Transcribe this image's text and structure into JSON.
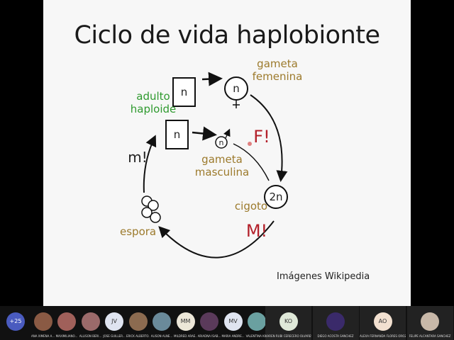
{
  "slide": {
    "title": "Ciclo de vida haplobionte",
    "labels": {
      "adulto": "adulto\nhaploide",
      "gameta_fem": "gameta\nfemenina",
      "gameta_masc": "gameta\nmasculina",
      "cigoto": "cigoto",
      "espora": "espora",
      "F": "F!",
      "M": "M!",
      "m": "m!",
      "n": "n",
      "two_n": "2n"
    },
    "credit": "Imágenes Wikipedia"
  },
  "participants": {
    "more_count": "+25",
    "small": [
      {
        "initials": "",
        "name": "ANA XIMENA A..."
      },
      {
        "initials": "",
        "name": "MAXIMILIANO..."
      },
      {
        "initials": "",
        "name": "ALLISON BERI..."
      },
      {
        "initials": "JV",
        "name": "JOSE GUILLER..."
      },
      {
        "initials": "",
        "name": "ERICK ALBERTO..."
      },
      {
        "initials": "",
        "name": "ALISON ALNE..."
      },
      {
        "initials": "MM",
        "name": "MILDRED ARAE..."
      },
      {
        "initials": "",
        "name": "ARIADNA ISAB..."
      },
      {
        "initials": "MV",
        "name": "MARIA ANDRE..."
      },
      {
        "initials": "",
        "name": "VALENTINA KIM"
      }
    ],
    "big": [
      {
        "initials": "KO",
        "name": "KAREN RUBI CERECERO OLVARES"
      },
      {
        "initials": "",
        "name": "DIEGO ACOSTA SANCHEZ"
      },
      {
        "initials": "AO",
        "name": "ALEXA FERNANDA FLORES OROZCO"
      },
      {
        "initials": "",
        "name": "FELIPE ALCANTARA SANCHEZ"
      }
    ]
  },
  "colors": {
    "brown": "#9c7a2c",
    "green": "#2f9a2f",
    "red": "#b3202a"
  }
}
